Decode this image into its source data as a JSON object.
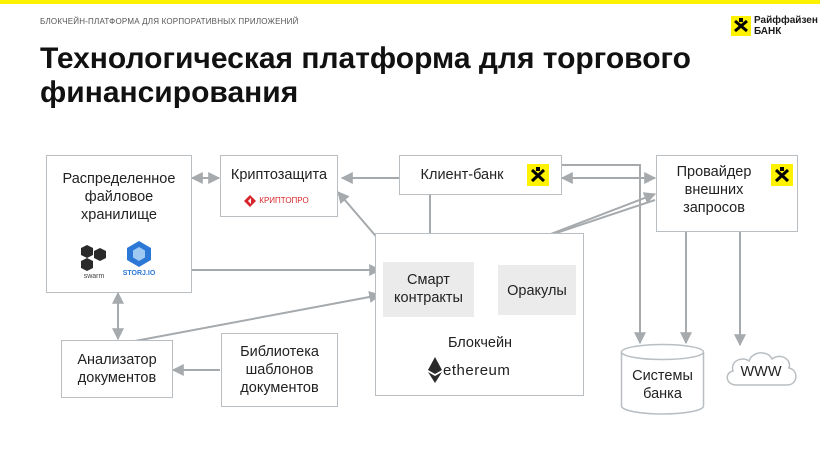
{
  "header": {
    "eyebrow": "БЛОКЧЕЙН-ПЛАТФОРМА ДЛЯ КОРПОРАТИВНЫХ ПРИЛОЖЕНИЙ",
    "title": "Технологическая платформа для торгового финансирования",
    "logo_line1": "Райффайзен",
    "logo_line2": "БАНК",
    "brand_color": "#fff200"
  },
  "nodes": {
    "storage": "Распределенное файловое хранилище",
    "swarm": "swarm",
    "storj": "STORJ.IO",
    "crypto": "Криптозащита",
    "cryptopro": "КРИПТОПРО",
    "client_bank": "Клиент-банк",
    "provider": "Провайдер внешних запросов",
    "smart": "Смарт контракты",
    "oracles": "Оракулы",
    "blockchain": "Блокчейн",
    "ethereum": "ethereum",
    "analyzer": "Анализатор документов",
    "library": "Библиотека шаблонов документов",
    "bank_systems": "Системы банка",
    "www": "WWW"
  },
  "colors": {
    "edge": "#a6aaad",
    "box_border": "#b9bec2",
    "gray_fill": "#ebebeb",
    "cryptopro_red": "#d7262b"
  }
}
